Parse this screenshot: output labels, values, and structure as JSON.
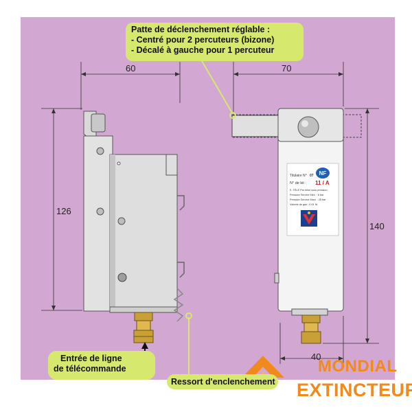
{
  "callouts": {
    "adjustable_tab": {
      "line1": "Patte de déclenchement réglable :",
      "line2": "- Centré pour 2 percuteurs (bizone)",
      "line3": "- Décalé à gauche pour 1 percuteur"
    },
    "remote_line_input": {
      "line1": "Entrée de ligne",
      "line2": "de télécommande"
    },
    "latch_spring": "Ressort d'enclenchement"
  },
  "dimensions": {
    "side_width": "60",
    "front_width": "70",
    "side_height": "126",
    "front_height": "140",
    "fitting_width": "40"
  },
  "label": {
    "title": "Titulaire N°",
    "title_num": "07",
    "kit_label": "N° de kit :",
    "kit_value": "11 / A",
    "line_e": "E. TÉLÉ  Par mise sous pression",
    "line_min": "Pression Service Mini. : 6 bar",
    "line_max": "Pression Service Maxi. : 25 bar",
    "line_gas": "Volume de gaz :  0.01 Nl",
    "nf_mark": "NF"
  },
  "brand": {
    "line1": "MONDIAL",
    "line2": "EXTINCTEUR"
  },
  "colors": {
    "background_panel": "#d2a8d2",
    "callout_fill": "#d7e86e",
    "brand_orange": "#f08a1d",
    "device_grey": "#dcdcdc"
  }
}
